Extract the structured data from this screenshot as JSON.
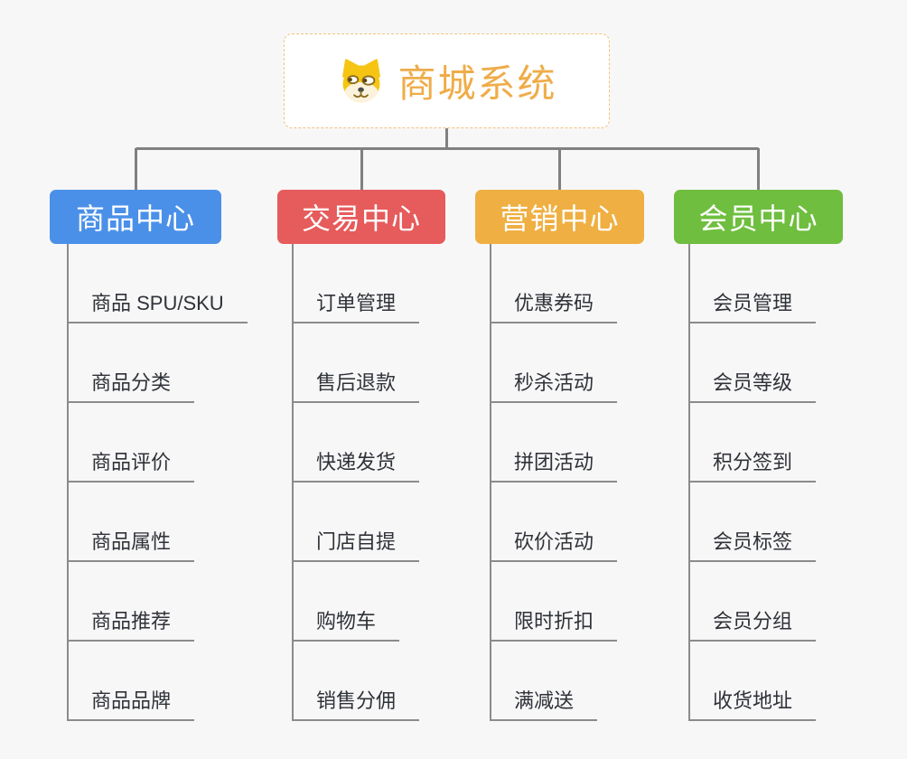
{
  "root": {
    "title": "商城系统",
    "icon": "dog-face-icon"
  },
  "branches": [
    {
      "label": "商品中心",
      "color": "#4B90E8",
      "items": [
        "商品 SPU/SKU",
        "商品分类",
        "商品评价",
        "商品属性",
        "商品推荐",
        "商品品牌"
      ]
    },
    {
      "label": "交易中心",
      "color": "#E65B5B",
      "items": [
        "订单管理",
        "售后退款",
        "快递发货",
        "门店自提",
        "购物车",
        "销售分佣"
      ]
    },
    {
      "label": "营销中心",
      "color": "#EFAF42",
      "items": [
        "优惠券码",
        "秒杀活动",
        "拼团活动",
        "砍价活动",
        "限时折扣",
        "满减送"
      ]
    },
    {
      "label": "会员中心",
      "color": "#6FBE3F",
      "items": [
        "会员管理",
        "会员等级",
        "积分签到",
        "会员标签",
        "会员分组",
        "收货地址"
      ]
    }
  ],
  "colors": {
    "background": "#F7F7F7",
    "connector": "#808080",
    "leaf_line": "#8B8B8B",
    "root_border": "#F2C27E",
    "root_text": "#EFAC49",
    "leaf_text": "#2F3238"
  }
}
